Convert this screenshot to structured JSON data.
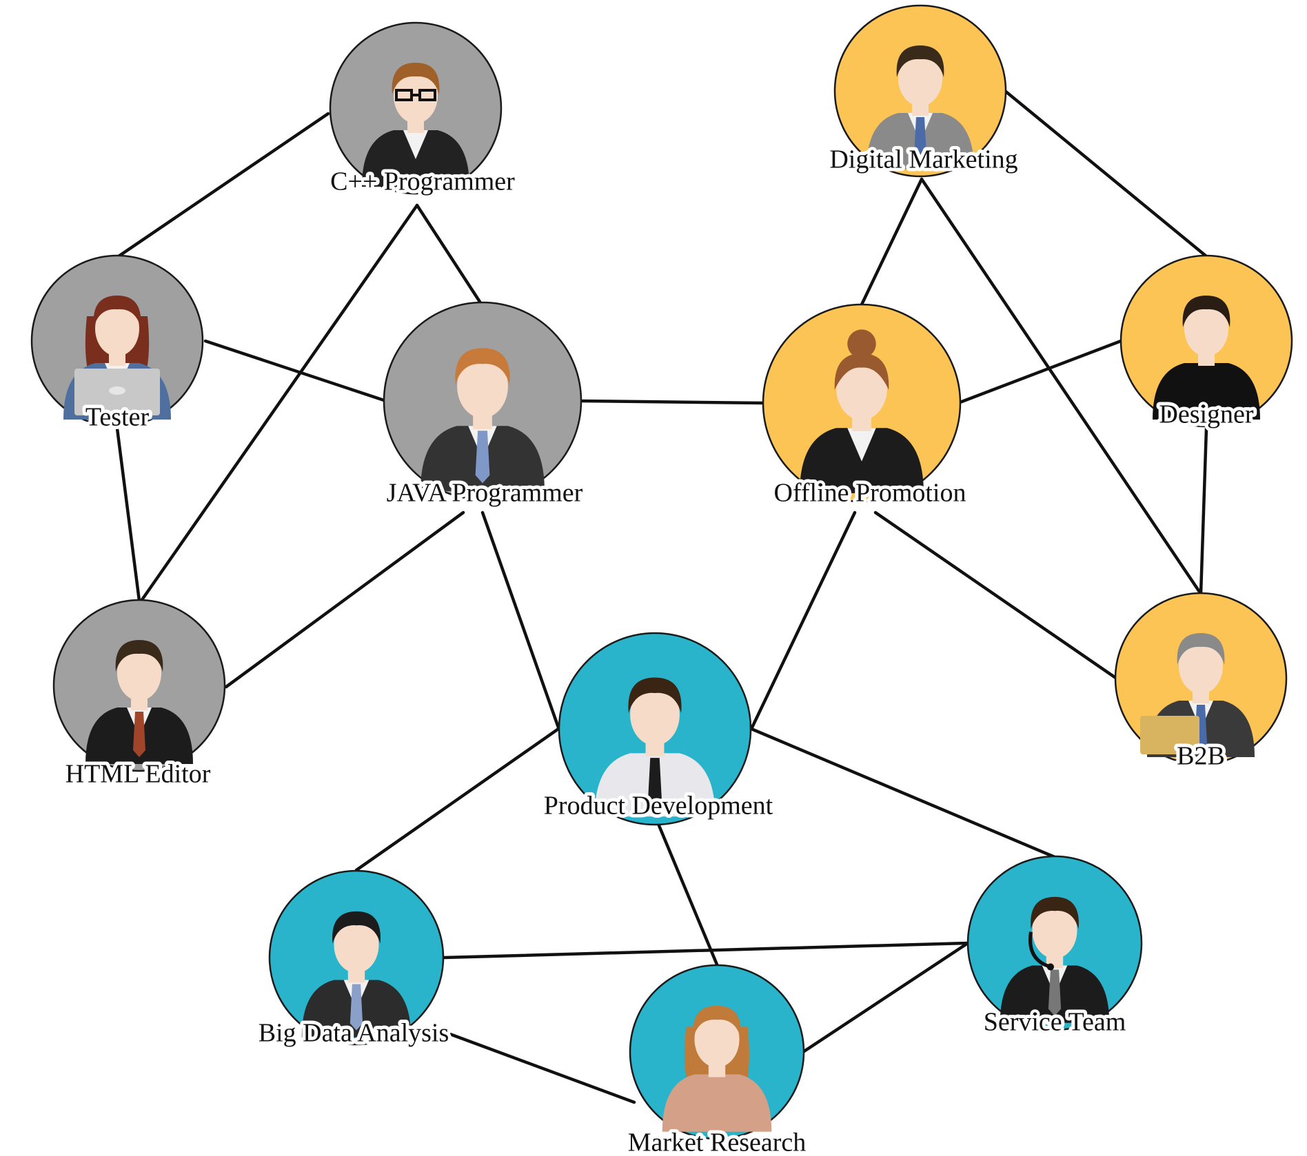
{
  "colors": {
    "dev_group": "#a0a0a0",
    "marketing_group": "#fcc455",
    "product_group": "#29b4cc",
    "edge": "#111111"
  },
  "nodes": [
    {
      "id": "cpp",
      "label": "C++ Programmer",
      "group": "dev_group",
      "icon": "programmer-glasses-icon"
    },
    {
      "id": "tester",
      "label": "Tester",
      "group": "dev_group",
      "icon": "woman-laptop-icon"
    },
    {
      "id": "java",
      "label": "JAVA Programmer",
      "group": "dev_group",
      "icon": "businessman-suit-icon"
    },
    {
      "id": "html",
      "label": "HTML Editor",
      "group": "dev_group",
      "icon": "man-red-tie-icon"
    },
    {
      "id": "digital",
      "label": "Digital Marketing",
      "group": "marketing_group",
      "icon": "man-grey-suit-icon"
    },
    {
      "id": "designer",
      "label": "Designer",
      "group": "marketing_group",
      "icon": "man-black-jacket-icon"
    },
    {
      "id": "offline",
      "label": "Offline Promotion",
      "group": "marketing_group",
      "icon": "businesswoman-icon"
    },
    {
      "id": "b2b",
      "label": "B2B",
      "group": "marketing_group",
      "icon": "senior-man-folder-icon"
    },
    {
      "id": "product",
      "label": "Product Development",
      "group": "product_group",
      "icon": "man-white-shirt-icon"
    },
    {
      "id": "bigdata",
      "label": "Big Data Analysis",
      "group": "product_group",
      "icon": "man-dark-suit-icon"
    },
    {
      "id": "service",
      "label": "Service Team",
      "group": "product_group",
      "icon": "man-headset-icon"
    },
    {
      "id": "market",
      "label": "Market Research",
      "group": "product_group",
      "icon": "woman-long-hair-icon"
    }
  ],
  "edges": [
    [
      "cpp",
      "tester"
    ],
    [
      "cpp",
      "java"
    ],
    [
      "cpp",
      "html"
    ],
    [
      "tester",
      "java"
    ],
    [
      "tester",
      "html"
    ],
    [
      "java",
      "html"
    ],
    [
      "java",
      "offline"
    ],
    [
      "java",
      "product"
    ],
    [
      "digital",
      "offline"
    ],
    [
      "digital",
      "designer"
    ],
    [
      "digital",
      "b2b"
    ],
    [
      "designer",
      "offline"
    ],
    [
      "designer",
      "b2b"
    ],
    [
      "offline",
      "b2b"
    ],
    [
      "offline",
      "product"
    ],
    [
      "product",
      "bigdata"
    ],
    [
      "product",
      "service"
    ],
    [
      "product",
      "market"
    ],
    [
      "bigdata",
      "service"
    ],
    [
      "bigdata",
      "market"
    ],
    [
      "service",
      "market"
    ]
  ]
}
